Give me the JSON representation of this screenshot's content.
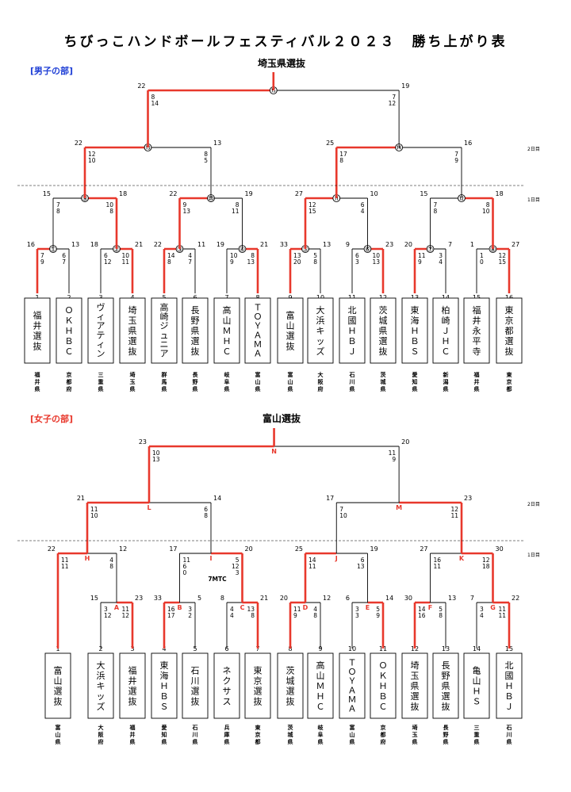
{
  "title": "ちびっこハンドボールフェスティバル２０２３　勝ち上がり表",
  "day_labels": {
    "day1": "1日目",
    "day2": "2日目"
  },
  "colors": {
    "win": "#e8382c",
    "line": "#000000",
    "boys_label": "#1f3fd6",
    "girls_label": "#e8382c",
    "node_letter": "#e8382c"
  },
  "divisions": [
    {
      "label": "[男子の部]",
      "champion": "埼玉県選抜",
      "teams": [
        {
          "no": "1",
          "name": "福井選抜",
          "pref": "福井県"
        },
        {
          "no": "2",
          "name": "ＯＫＨＢＣ",
          "pref": "京都府"
        },
        {
          "no": "3",
          "name": "ヴィアティン",
          "pref": "三重県"
        },
        {
          "no": "4",
          "name": "埼玉県選抜",
          "pref": "埼玉県"
        },
        {
          "no": "5",
          "name": "高崎ジュニア",
          "pref": "群馬県"
        },
        {
          "no": "6",
          "name": "長野県選抜",
          "pref": "長野県"
        },
        {
          "no": "7",
          "name": "高山ＭＨＣ",
          "pref": "岐阜県"
        },
        {
          "no": "8",
          "name": "ＴＯＹＡＭＡ",
          "pref": "富山県"
        },
        {
          "no": "9",
          "name": "富山選抜",
          "pref": "富山県"
        },
        {
          "no": "10",
          "name": "大浜キッズ",
          "pref": "大阪府"
        },
        {
          "no": "11",
          "name": "北國ＨＢＪ",
          "pref": "石川県"
        },
        {
          "no": "12",
          "name": "茨城県選抜",
          "pref": "茨城県"
        },
        {
          "no": "13",
          "name": "東海ＨＢＳ",
          "pref": "愛知県"
        },
        {
          "no": "14",
          "name": "柏崎ＪＨＣ",
          "pref": "新潟県"
        },
        {
          "no": "15",
          "name": "福井永平寺",
          "pref": "福井県"
        },
        {
          "no": "16",
          "name": "東京都選抜",
          "pref": "東京都"
        }
      ],
      "matches": [
        {
          "id": "①",
          "left": "16",
          "right": "13",
          "halves_l": [
            "7",
            "9"
          ],
          "halves_r": [
            "6",
            "7"
          ],
          "winner": "L"
        },
        {
          "id": "②",
          "left": "18",
          "right": "21",
          "halves_l": [
            "6",
            "12"
          ],
          "halves_r": [
            "10",
            "11"
          ],
          "winner": "R"
        },
        {
          "id": "③",
          "left": "22",
          "right": "11",
          "halves_l": [
            "14",
            "8"
          ],
          "halves_r": [
            "4",
            "7"
          ],
          "winner": "L"
        },
        {
          "id": "④",
          "left": "19",
          "right": "21",
          "halves_l": [
            "10",
            "9"
          ],
          "halves_r": [
            "8",
            "13"
          ],
          "winner": "R"
        },
        {
          "id": "⑤",
          "left": "33",
          "right": "13",
          "halves_l": [
            "13",
            "20"
          ],
          "halves_r": [
            "5",
            "8"
          ],
          "winner": "L"
        },
        {
          "id": "⑥",
          "left": "9",
          "right": "23",
          "halves_l": [
            "6",
            "3"
          ],
          "halves_r": [
            "10",
            "13"
          ],
          "winner": "R"
        },
        {
          "id": "⑦",
          "left": "20",
          "right": "7",
          "halves_l": [
            "11",
            "9"
          ],
          "halves_r": [
            "3",
            "4"
          ],
          "winner": "L"
        },
        {
          "id": "⑧",
          "left": "1",
          "right": "27",
          "halves_l": [
            "1",
            "0"
          ],
          "halves_r": [
            "12",
            "15"
          ],
          "winner": "R"
        },
        {
          "id": "⑨",
          "left": "15",
          "right": "18",
          "halves_l": [
            "7",
            "8"
          ],
          "halves_r": [
            "10",
            "8"
          ],
          "winner": "R"
        },
        {
          "id": "⑩",
          "left": "22",
          "right": "19",
          "halves_l": [
            "9",
            "13"
          ],
          "halves_r": [
            "8",
            "11"
          ],
          "winner": "L"
        },
        {
          "id": "⑪",
          "left": "27",
          "right": "10",
          "halves_l": [
            "12",
            "15"
          ],
          "halves_r": [
            "6",
            "4"
          ],
          "winner": "L"
        },
        {
          "id": "⑫",
          "left": "15",
          "right": "18",
          "halves_l": [
            "7",
            "8"
          ],
          "halves_r": [
            "8",
            "10"
          ],
          "winner": "R"
        },
        {
          "id": "⑬",
          "left": "22",
          "right": "13",
          "halves_l": [
            "12",
            "10"
          ],
          "halves_r": [
            "8",
            "5"
          ],
          "winner": "L"
        },
        {
          "id": "⑭",
          "left": "25",
          "right": "16",
          "halves_l": [
            "17",
            "8"
          ],
          "halves_r": [
            "7",
            "9"
          ],
          "winner": "L"
        },
        {
          "id": "⑮",
          "left": "22",
          "right": "19",
          "halves_l": [
            "8",
            "14"
          ],
          "halves_r": [
            "7",
            "12"
          ],
          "winner": "L"
        }
      ]
    },
    {
      "label": "[女子の部]",
      "champion": "富山選抜",
      "teams": [
        {
          "no": "1",
          "name": "富山選抜",
          "pref": "富山県"
        },
        {
          "no": "2",
          "name": "大浜キッズ",
          "pref": "大阪府"
        },
        {
          "no": "3",
          "name": "福井選抜",
          "pref": "福井県"
        },
        {
          "no": "4",
          "name": "東海ＨＢＳ",
          "pref": "愛知県"
        },
        {
          "no": "5",
          "name": "石川選抜",
          "pref": "石川県"
        },
        {
          "no": "6",
          "name": "ネクサス",
          "pref": "兵庫県"
        },
        {
          "no": "7",
          "name": "東京選抜",
          "pref": "東京都"
        },
        {
          "no": "8",
          "name": "茨城選抜",
          "pref": "茨城県"
        },
        {
          "no": "9",
          "name": "高山ＭＨＣ",
          "pref": "岐阜県"
        },
        {
          "no": "10",
          "name": "ＴＯＹＡＭＡ",
          "pref": "富山県"
        },
        {
          "no": "11",
          "name": "ＯＫＨＢＣ",
          "pref": "京都府"
        },
        {
          "no": "12",
          "name": "埼玉県選抜",
          "pref": "埼玉県"
        },
        {
          "no": "13",
          "name": "長野県選抜",
          "pref": "長野県"
        },
        {
          "no": "14",
          "name": "亀山ＨＳ",
          "pref": "三重県"
        },
        {
          "no": "15",
          "name": "北國ＨＢＪ",
          "pref": "石川県"
        }
      ],
      "matches": [
        {
          "id": "A",
          "left": "15",
          "right": "23",
          "halves_l": [
            "3",
            "12"
          ],
          "halves_r": [
            "11",
            "12"
          ],
          "winner": "R"
        },
        {
          "id": "B",
          "left": "33",
          "right": "5",
          "halves_l": [
            "16",
            "17"
          ],
          "halves_r": [
            "3",
            "2"
          ],
          "winner": "L"
        },
        {
          "id": "C",
          "left": "8",
          "right": "21",
          "halves_l": [
            "4",
            "4"
          ],
          "halves_r": [
            "13",
            "8"
          ],
          "winner": "R"
        },
        {
          "id": "D",
          "left": "20",
          "right": "12",
          "halves_l": [
            "11",
            "9"
          ],
          "halves_r": [
            "4",
            "8"
          ],
          "winner": "L"
        },
        {
          "id": "E",
          "left": "6",
          "right": "14",
          "halves_l": [
            "3",
            "3"
          ],
          "halves_r": [
            "5",
            "9"
          ],
          "winner": "R"
        },
        {
          "id": "F",
          "left": "30",
          "right": "13",
          "halves_l": [
            "14",
            "16"
          ],
          "halves_r": [
            "5",
            "8"
          ],
          "winner": "L"
        },
        {
          "id": "G",
          "left": "7",
          "right": "22",
          "halves_l": [
            "3",
            "4"
          ],
          "halves_r": [
            "11",
            "11"
          ],
          "winner": "R"
        },
        {
          "id": "H",
          "left": "22",
          "right": "12",
          "halves_l": [
            "11",
            "11"
          ],
          "halves_r": [
            "4",
            "8"
          ],
          "winner": "L"
        },
        {
          "id": "I",
          "left": "17",
          "right": "20",
          "halves_l": [
            "11",
            "6",
            "0"
          ],
          "halves_r": [
            "5",
            "12",
            "3"
          ],
          "winner": "R",
          "note": "7MTC"
        },
        {
          "id": "J",
          "left": "25",
          "right": "19",
          "halves_l": [
            "14",
            "11"
          ],
          "halves_r": [
            "6",
            "13"
          ],
          "winner": "L"
        },
        {
          "id": "K",
          "left": "27",
          "right": "30",
          "halves_l": [
            "16",
            "11"
          ],
          "halves_r": [
            "12",
            "18"
          ],
          "winner": "R"
        },
        {
          "id": "L",
          "left": "21",
          "right": "14",
          "halves_l": [
            "11",
            "10"
          ],
          "halves_r": [
            "6",
            "8"
          ],
          "winner": "L"
        },
        {
          "id": "M",
          "left": "17",
          "right": "23",
          "halves_l": [
            "7",
            "10"
          ],
          "halves_r": [
            "12",
            "11"
          ],
          "winner": "R"
        },
        {
          "id": "N",
          "left": "23",
          "right": "20",
          "halves_l": [
            "10",
            "13"
          ],
          "halves_r": [
            "11",
            "9"
          ],
          "winner": "L"
        }
      ]
    }
  ]
}
